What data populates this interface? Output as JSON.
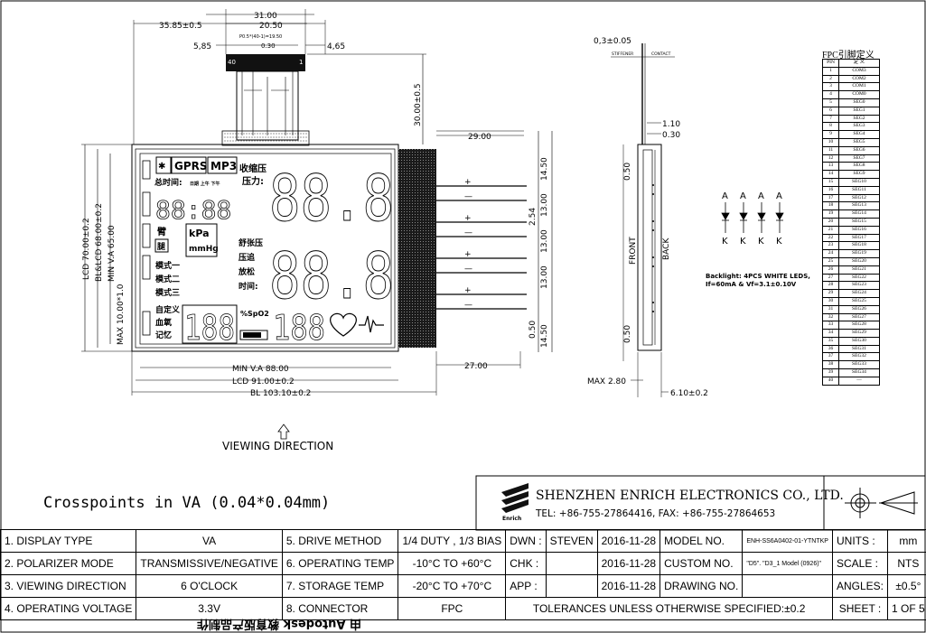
{
  "drawing": {
    "dim_top_31": "31.00",
    "dim_35_85": "35.85±0.5",
    "dim_20_50": "20.50",
    "dim_p05": "P0.5*(40-1)=19.50",
    "dim_030": "0.30",
    "dim_585": "5,85",
    "dim_465": "4,65",
    "pin40": "40",
    "pin1": "1",
    "dim_30": "30.00±0.5",
    "dim_29": "29.00",
    "dim_14_50a": "14.50",
    "dim_13a": "13.00",
    "dim_254": "2.54",
    "dim_13b": "13.00",
    "dim_13c": "13.00",
    "dim_14_50b": "14.50",
    "dim_050": "0.50",
    "dim_27": "27.00",
    "lcd70": "LCD 70.00±0.2",
    "bl68": "BL&LCD 68.00±0.2",
    "minva65": "MIN V.A 65.00",
    "max10": "MAX 10.00*1.0",
    "minva88": "MIN V.A 88.00",
    "lcd91": "LCD 91.00±0.2",
    "bl103": "BL 103.10±0.2",
    "viewing": "VIEWING DIRECTION",
    "plus": "+",
    "minus": "—"
  },
  "lcd": {
    "gprs": "GPRS",
    "mp3": "MP3",
    "time_label": "总时间:",
    "am_pm": "日期 上午 下午",
    "sys_label_1": "收缩压",
    "sys_label_2": "压力:",
    "clock": "88:88",
    "arm": "臂",
    "leg": "腿",
    "kpa": "kPa",
    "mmhg": "mmHg",
    "mode1": "模式一",
    "mode2": "模式二",
    "mode3": "模式三",
    "dia_label_1": "舒张压",
    "dia_label_2": "压追",
    "dia_label_3": "放松",
    "dia_label_4": "时间:",
    "custom_1": "自定义",
    "custom_2": "血氧",
    "custom_3": "记忆",
    "spo2": "%SpO2",
    "big_digits_1": "88.8",
    "big_digits_2": "88.8",
    "small_digits_1": "188",
    "small_digits_2": "188"
  },
  "side": {
    "dim_03": "0,3±0.05",
    "stiffener": "STIFFENER",
    "contact": "CONTACT",
    "dim_110": "1.10",
    "dim_030": "0.30",
    "dim_050a": "0.50",
    "front": "FRONT",
    "back": "BACK",
    "dim_050b": "0.50",
    "max280": "MAX 2.80",
    "dim_610": "6.10±0.2",
    "led_a": "A",
    "led_k": "K",
    "backlight": "Backlight: 4PCS WHITE LEDS,",
    "backlight2": "If=60mA & Vf=3.1±0.10V"
  },
  "fpc": {
    "title": "FPC引脚定义",
    "header_pin": "PIN",
    "header_def": "定 义",
    "pins": [
      [
        "1",
        "COM3"
      ],
      [
        "2",
        "COM2"
      ],
      [
        "3",
        "COM1"
      ],
      [
        "4",
        "COM0"
      ],
      [
        "5",
        "SEG0"
      ],
      [
        "6",
        "SEG1"
      ],
      [
        "7",
        "SEG2"
      ],
      [
        "8",
        "SEG3"
      ],
      [
        "9",
        "SEG4"
      ],
      [
        "10",
        "SEG5"
      ],
      [
        "11",
        "SEG6"
      ],
      [
        "12",
        "SEG7"
      ],
      [
        "13",
        "SEG8"
      ],
      [
        "14",
        "SEG9"
      ],
      [
        "15",
        "SEG10"
      ],
      [
        "16",
        "SEG11"
      ],
      [
        "17",
        "SEG12"
      ],
      [
        "18",
        "SEG13"
      ],
      [
        "19",
        "SEG14"
      ],
      [
        "20",
        "SEG15"
      ],
      [
        "21",
        "SEG16"
      ],
      [
        "22",
        "SEG17"
      ],
      [
        "23",
        "SEG18"
      ],
      [
        "24",
        "SEG19"
      ],
      [
        "25",
        "SEG20"
      ],
      [
        "26",
        "SEG21"
      ],
      [
        "27",
        "SEG22"
      ],
      [
        "28",
        "SEG23"
      ],
      [
        "29",
        "SEG24"
      ],
      [
        "30",
        "SEG25"
      ],
      [
        "31",
        "SEG26"
      ],
      [
        "32",
        "SEG27"
      ],
      [
        "33",
        "SEG28"
      ],
      [
        "34",
        "SEG29"
      ],
      [
        "35",
        "SEG30"
      ],
      [
        "36",
        "SEG31"
      ],
      [
        "37",
        "SEG32"
      ],
      [
        "38",
        "SEG33"
      ],
      [
        "39",
        "SEG34"
      ],
      [
        "40",
        "—"
      ]
    ]
  },
  "title_block": {
    "crosspoints": "Crosspoints in VA (0.04*0.04mm)",
    "company": "SHENZHEN ENRICH ELECTRONICS CO., LTD.",
    "tel": "TEL: +86-755-27864416,    FAX: +86-755-27864653",
    "logo_text": "Enrich",
    "watermark": "由 Autodesk 教育版产品制作",
    "rows": [
      [
        "1. DISPLAY TYPE",
        "VA",
        "5. DRIVE METHOD",
        "1/4 DUTY , 1/3 BIAS",
        "DWN :",
        "STEVEN",
        "2016-11-28",
        "MODEL NO.",
        "ENH-SS6A0402-01-YTNTKP",
        "UNITS :",
        "mm"
      ],
      [
        "2. POLARIZER MODE",
        "TRANSMISSIVE/NEGATIVE",
        "6. OPERATING TEMP",
        "-10°C TO +60°C",
        "CHK :",
        "",
        "2016-11-28",
        "CUSTOM NO.",
        "\"D5\". \"D3_1 Model (0926)\"",
        "SCALE :",
        "NTS"
      ],
      [
        "3. VIEWING DIRECTION",
        "6 O'CLOCK",
        "7. STORAGE TEMP",
        "-20°C TO +70°C",
        "APP :",
        "",
        "2016-11-28",
        "DRAWING NO.",
        "",
        "ANGLES:",
        "±0.5°"
      ],
      [
        "4. OPERATING VOLTAGE",
        "3.3V",
        "8. CONNECTOR",
        "FPC",
        "TOLERANCES UNLESS OTHERWISE SPECIFIED:±0.2",
        "",
        "",
        "",
        "",
        "SHEET :",
        "1 OF 5"
      ]
    ]
  }
}
